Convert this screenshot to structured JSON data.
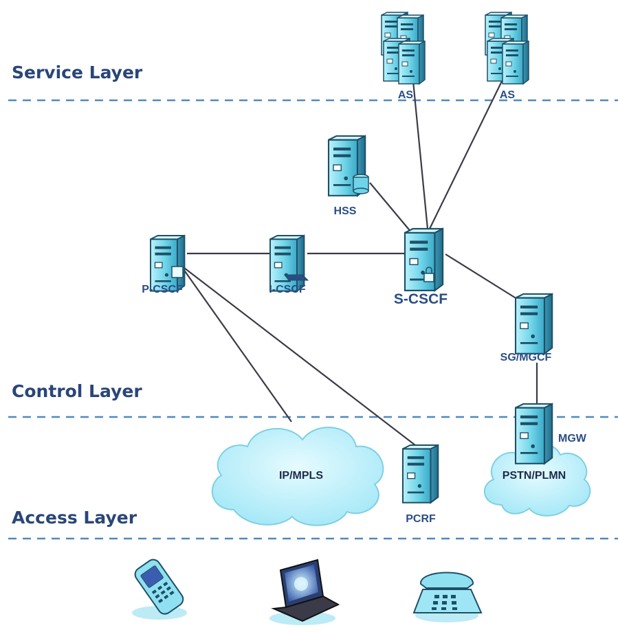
{
  "layers": [
    {
      "id": "service",
      "label": "Service Layer"
    },
    {
      "id": "control",
      "label": "Control Layer"
    },
    {
      "id": "access",
      "label": "Access Layer"
    }
  ],
  "nodes": {
    "as1": {
      "label": "AS",
      "icon": "server-stack-icon"
    },
    "as2": {
      "label": "AS",
      "icon": "server-stack-icon"
    },
    "hss": {
      "label": "HSS",
      "icon": "database-server-icon"
    },
    "pcscf": {
      "label": "P-CSCF",
      "icon": "server-icon"
    },
    "icscf": {
      "label": "I-CSCF",
      "icon": "server-icon"
    },
    "scscf": {
      "label": "S-CSCF",
      "icon": "secure-server-icon"
    },
    "sgmgcf": {
      "label": "SG/MGCF",
      "icon": "server-icon"
    },
    "mgw": {
      "label": "MGW",
      "icon": "server-icon"
    },
    "pcrf": {
      "label": "PCRF",
      "icon": "server-icon"
    }
  },
  "clouds": {
    "ipmpls": {
      "label": "IP/MPLS"
    },
    "pstn": {
      "label": "PSTN/PLMN"
    }
  },
  "terminals": [
    {
      "name": "mobile-phone",
      "icon": "mobile-phone-icon"
    },
    {
      "name": "laptop",
      "icon": "laptop-icon"
    },
    {
      "name": "desk-telephone",
      "icon": "desk-telephone-icon"
    }
  ],
  "links": [
    [
      "as1",
      "scscf"
    ],
    [
      "as2",
      "scscf"
    ],
    [
      "hss",
      "scscf"
    ],
    [
      "pcscf",
      "icscf"
    ],
    [
      "icscf",
      "scscf"
    ],
    [
      "scscf",
      "sgmgcf"
    ],
    [
      "sgmgcf",
      "mgw"
    ],
    [
      "pcscf",
      "ipmpls"
    ],
    [
      "pcscf",
      "pcrf"
    ]
  ],
  "colors": {
    "layer_text": "#2a4678",
    "divider": "#4f88c2",
    "server_body": "#7fd8ea",
    "cloud_fill": "#bff0fa"
  }
}
